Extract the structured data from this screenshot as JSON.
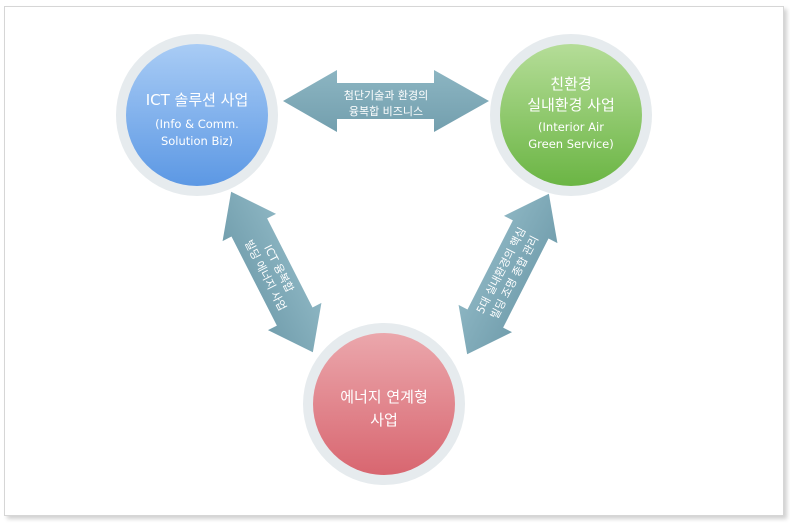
{
  "diagram": {
    "nodes": {
      "ict": {
        "title": "ICT 솔루션 사업",
        "sub1": "(Info & Comm.",
        "sub2": "Solution Biz)",
        "color": "#6da6ea"
      },
      "green": {
        "title1": "친환경",
        "title2": "실내환경 사업",
        "sub1": "(Interior Air",
        "sub2": "Green Service)",
        "color": "#7dc057"
      },
      "energy": {
        "title1": "에너지 연계형",
        "title2": "사업",
        "color": "#dc7379"
      }
    },
    "arrows": {
      "top": {
        "line1": "첨단기술과 환경의",
        "line2": "융복합 비즈니스"
      },
      "left": {
        "line1": "ICT 융복합",
        "line2": "빌딩 에너지 사업"
      },
      "right": {
        "line1": "5대 실내환경의 핵심",
        "line2": "빌딩 조명 종합 관리"
      }
    },
    "arrow_color": "#7eaab8"
  }
}
